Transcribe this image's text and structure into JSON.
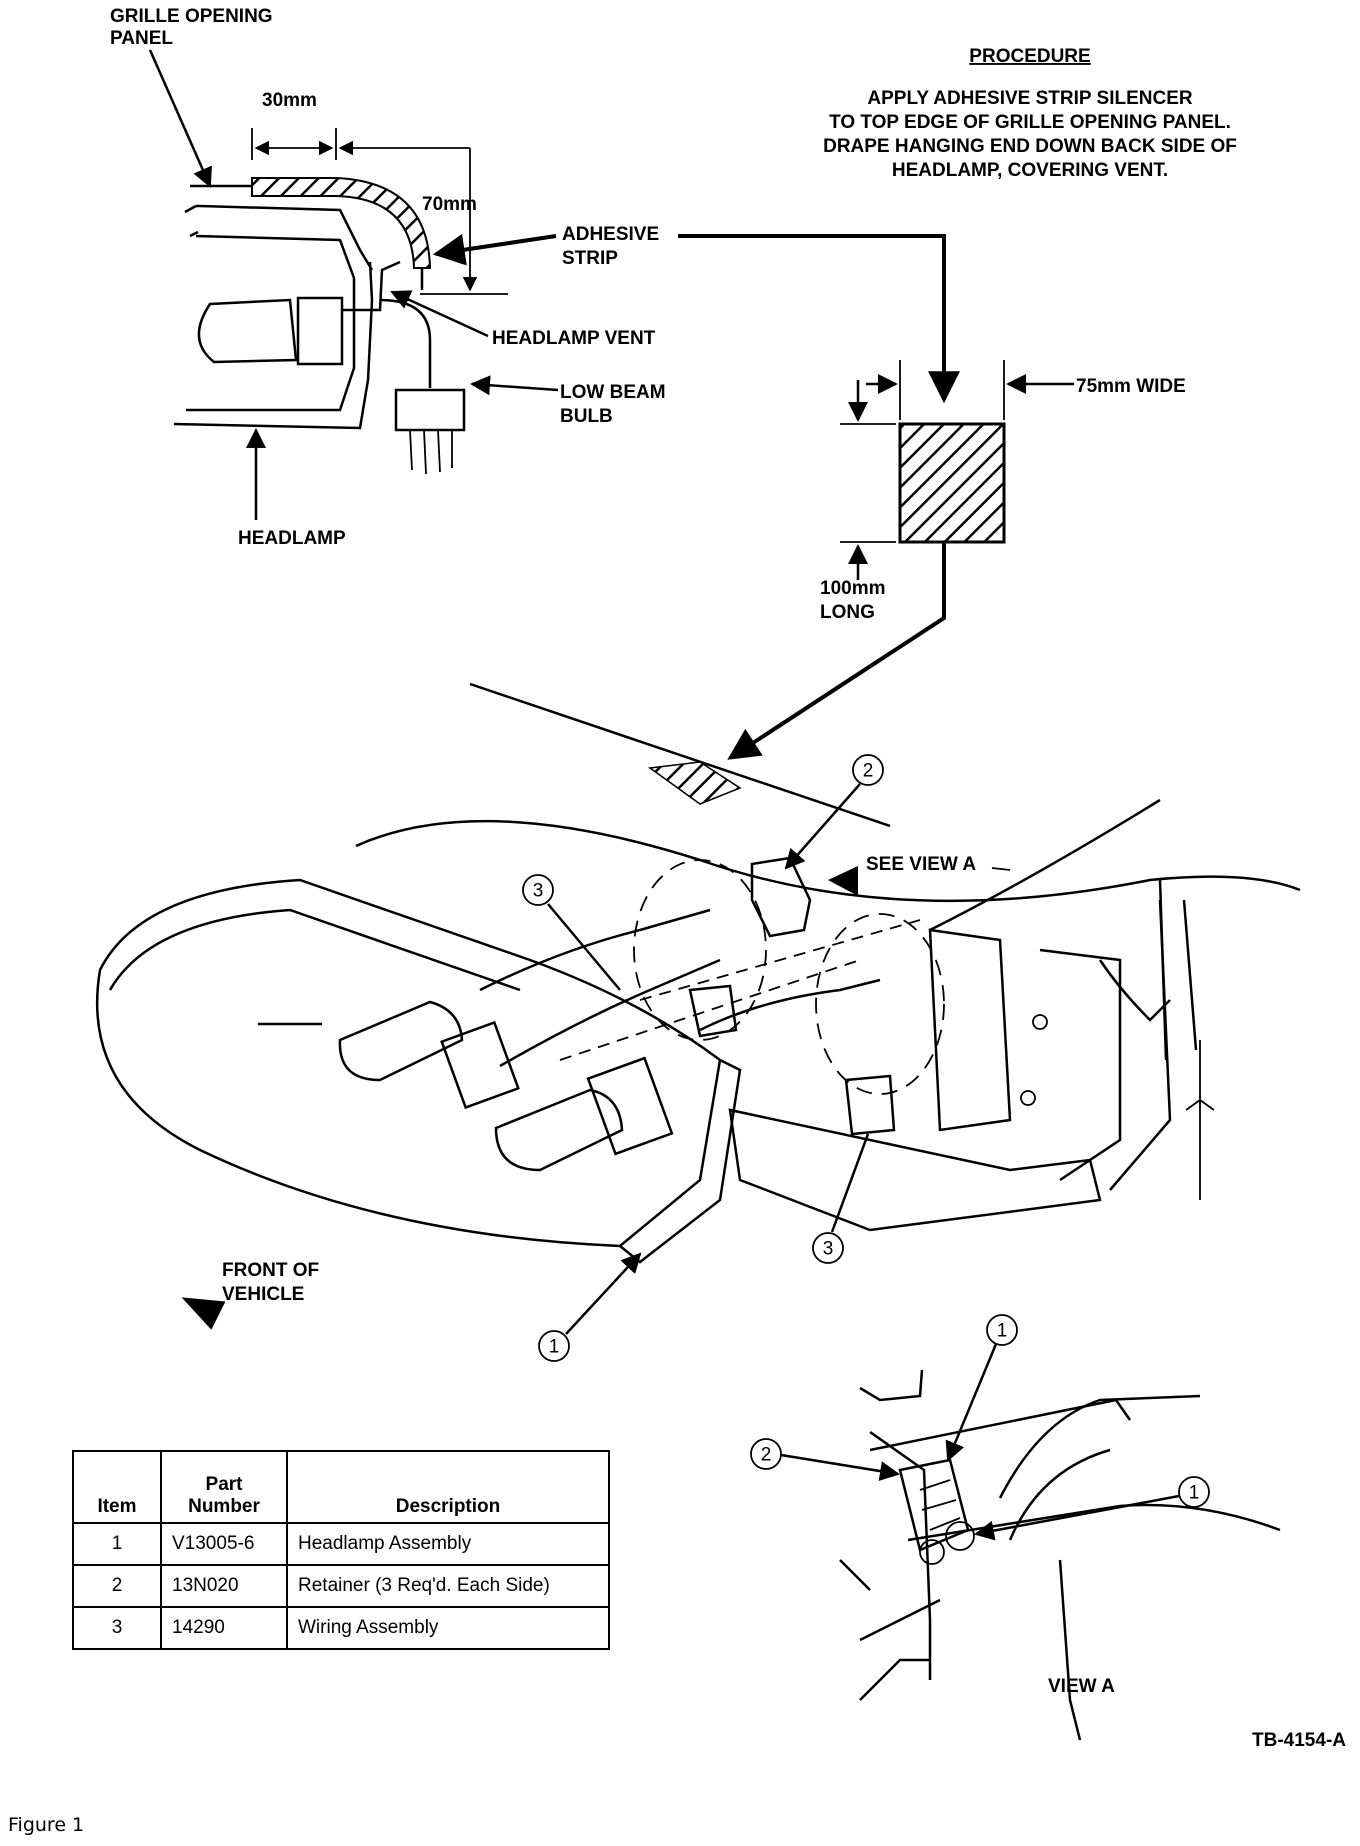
{
  "detail": {
    "grille_label": [
      "GRILLE OPENING",
      "PANEL"
    ],
    "dim_30": "30mm",
    "dim_70": "70mm",
    "adhesive_label": [
      "ADHESIVE",
      "STRIP"
    ],
    "vent_label": "HEADLAMP  VENT",
    "bulb_label": [
      "LOW BEAM",
      "BULB"
    ],
    "headlamp_label": "HEADLAMP"
  },
  "procedure": {
    "heading": "PROCEDURE",
    "lines": [
      "APPLY ADHESIVE STRIP SILENCER",
      "TO TOP EDGE OF GRILLE OPENING PANEL.",
      "DRAPE HANGING END DOWN BACK SIDE OF",
      "HEADLAMP, COVERING VENT."
    ]
  },
  "strip": {
    "width_label": "75mm WIDE",
    "length_label": [
      "100mm",
      "LONG"
    ]
  },
  "main_view": {
    "see_view_label": "SEE VIEW A",
    "front_label": [
      "FRONT OF",
      "VEHICLE"
    ],
    "callouts": [
      "1",
      "2",
      "3",
      "3"
    ]
  },
  "view_a": {
    "label": "VIEW A",
    "callouts": [
      "1",
      "2",
      "1"
    ]
  },
  "parts_table": {
    "headers": {
      "item": "Item",
      "part": [
        "Part",
        "Number"
      ],
      "description": "Description"
    },
    "rows": [
      {
        "item": "1",
        "part": "V13005-6",
        "description": "Headlamp Assembly"
      },
      {
        "item": "2",
        "part": "13N020",
        "description": "Retainer (3 Req'd. Each Side)"
      },
      {
        "item": "3",
        "part": "14290",
        "description": "Wiring Assembly"
      }
    ]
  },
  "drawing_code": "TB-4154-A",
  "figure_caption": "Figure  1"
}
